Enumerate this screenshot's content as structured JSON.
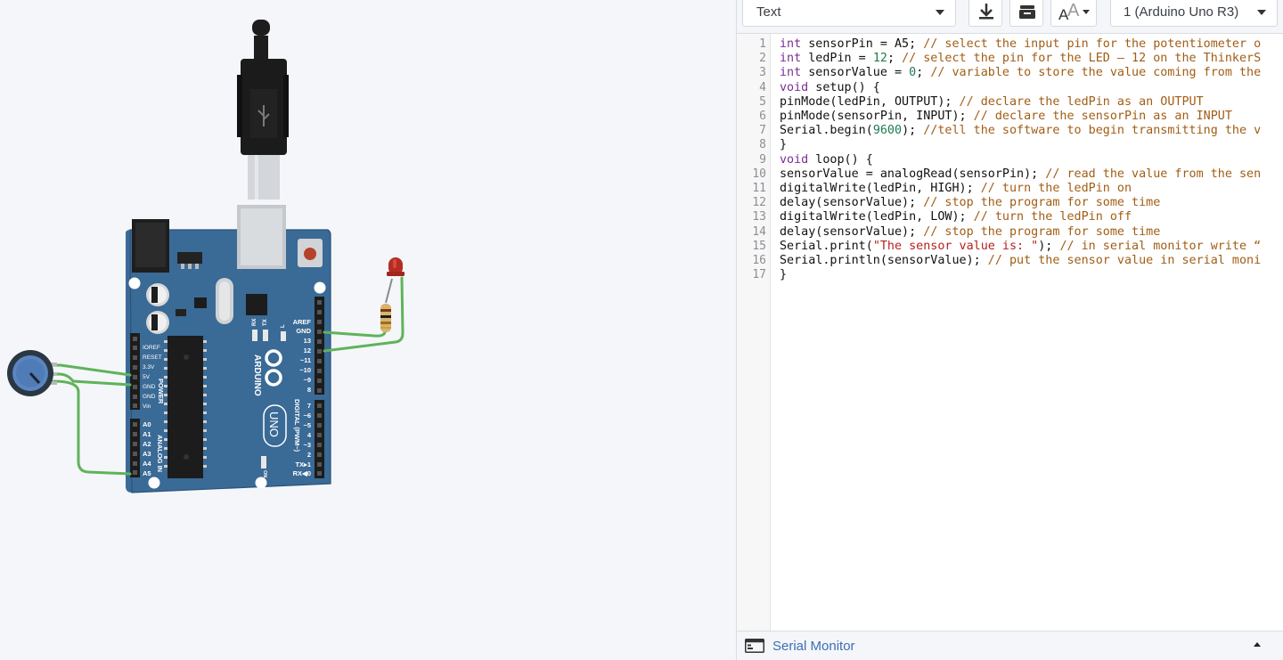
{
  "toolbar": {
    "mode_value": "Text",
    "device_value": "1 (Arduino Uno R3)",
    "download_icon": "download-icon",
    "library_icon": "library-icon",
    "font_icon": "font-size-icon"
  },
  "board": {
    "aref": "AREF",
    "gnd": "GND",
    "d13": "13",
    "d12": "12",
    "d11": "~11",
    "d10": "~10",
    "d9": "~9",
    "d8": "8",
    "d7": "7",
    "d6": "~6",
    "d5": "~5",
    "d4": "4",
    "d3": "~3",
    "d2": "2",
    "tx1": "TX▸1",
    "rx0": "RX◀0",
    "ioref": "IOREF",
    "reset": "RESET",
    "v33": "3.3V",
    "v5": "5V",
    "gnd1": "GND",
    "gnd2": "GND",
    "vin": "Vin",
    "a0": "A0",
    "a1": "A1",
    "a2": "A2",
    "a3": "A3",
    "a4": "A4",
    "a5": "A5",
    "power": "POWER",
    "analog_in": "ANALOG IN",
    "digital": "DIGITAL (PWM~)",
    "brand": "ARDUINO",
    "model": "UNO",
    "rx": "RX",
    "tx": "TX",
    "l": "L",
    "on": "ON"
  },
  "code_lines": [
    {
      "n": "1",
      "parts": [
        [
          "kw",
          "int"
        ],
        [
          "t",
          " sensorPin = A5; "
        ],
        [
          "cm",
          "// select the input pin for the potentiometer o"
        ]
      ]
    },
    {
      "n": "2",
      "parts": [
        [
          "kw",
          "int"
        ],
        [
          "t",
          " ledPin = "
        ],
        [
          "num",
          "12"
        ],
        [
          "t",
          "; "
        ],
        [
          "cm",
          "// select the pin for the LED — 12 on the ThinkerS"
        ]
      ]
    },
    {
      "n": "3",
      "parts": [
        [
          "kw",
          "int"
        ],
        [
          "t",
          " sensorValue = "
        ],
        [
          "num",
          "0"
        ],
        [
          "t",
          "; "
        ],
        [
          "cm",
          "// variable to store the value coming from the"
        ]
      ]
    },
    {
      "n": "4",
      "parts": [
        [
          "kw",
          "void"
        ],
        [
          "t",
          " setup() {"
        ]
      ]
    },
    {
      "n": "5",
      "parts": [
        [
          "t",
          "pinMode(ledPin, OUTPUT); "
        ],
        [
          "cm",
          "// declare the ledPin as an OUTPUT"
        ]
      ]
    },
    {
      "n": "6",
      "parts": [
        [
          "t",
          "pinMode(sensorPin, INPUT); "
        ],
        [
          "cm",
          "// declare the sensorPin as an INPUT"
        ]
      ]
    },
    {
      "n": "7",
      "parts": [
        [
          "t",
          "Serial.begin("
        ],
        [
          "num",
          "9600"
        ],
        [
          "t",
          "); "
        ],
        [
          "cm",
          "//tell the software to begin transmitting the v"
        ]
      ]
    },
    {
      "n": "8",
      "parts": [
        [
          "t",
          "}"
        ]
      ]
    },
    {
      "n": "9",
      "parts": [
        [
          "kw",
          "void"
        ],
        [
          "t",
          " loop() {"
        ]
      ]
    },
    {
      "n": "10",
      "parts": [
        [
          "t",
          "sensorValue = analogRead(sensorPin); "
        ],
        [
          "cm",
          "// read the value from the sen"
        ]
      ]
    },
    {
      "n": "11",
      "parts": [
        [
          "t",
          "digitalWrite(ledPin, HIGH); "
        ],
        [
          "cm",
          "// turn the ledPin on"
        ]
      ]
    },
    {
      "n": "12",
      "parts": [
        [
          "t",
          "delay(sensorValue); "
        ],
        [
          "cm",
          "// stop the program for some time"
        ]
      ]
    },
    {
      "n": "13",
      "parts": [
        [
          "t",
          "digitalWrite(ledPin, LOW); "
        ],
        [
          "cm",
          "// turn the ledPin off"
        ]
      ]
    },
    {
      "n": "14",
      "parts": [
        [
          "t",
          "delay(sensorValue); "
        ],
        [
          "cm",
          "// stop the program for some time"
        ]
      ]
    },
    {
      "n": "15",
      "parts": [
        [
          "t",
          "Serial.print("
        ],
        [
          "str",
          "\"The sensor value is: \""
        ],
        [
          "t",
          "); "
        ],
        [
          "cm",
          "// in serial monitor write “"
        ]
      ]
    },
    {
      "n": "16",
      "parts": [
        [
          "t",
          "Serial.println(sensorValue); "
        ],
        [
          "cm",
          "// put the sensor value in serial moni"
        ]
      ]
    },
    {
      "n": "17",
      "parts": [
        [
          "t",
          "}"
        ]
      ]
    }
  ],
  "serial_monitor": {
    "label": "Serial Monitor"
  },
  "colors": {
    "board": "#3a6a96",
    "wire": "#5fb35a",
    "led": "#b52c22",
    "link": "#3c6fb3"
  }
}
